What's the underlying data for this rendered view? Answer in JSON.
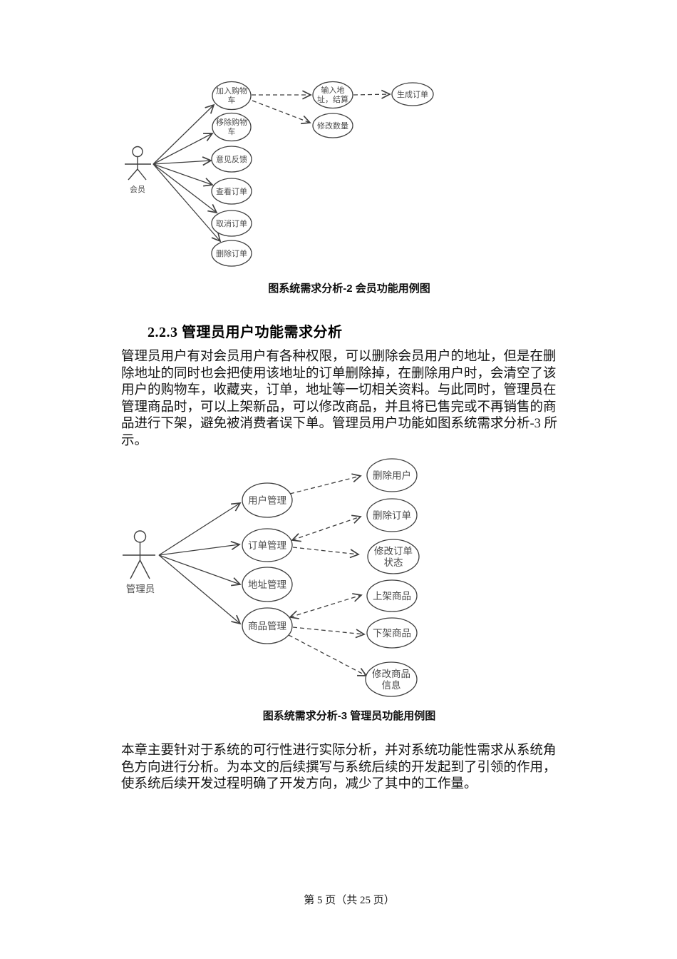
{
  "document": {
    "heading": "2.2.3 管理员用户功能需求分析",
    "paragraph1_lines": [
      "管理员用户有对会员用户有各种权限，可以删除会员用户的地址，但是在删",
      "除地址的同时也会把使用该地址的订单删除掉，在删除用户时，会清空了该",
      "用户的购物车，收藏夹，订单，地址等一切相关资料。与此同时，管理员在",
      "管理商品时，可以上架新品，可以修改商品，并且将已售完或不再销售的商",
      "品进行下架，避免被消费者误下单。管理员用户功能如图系统需求分析-3 所",
      "示。"
    ],
    "paragraph2_lines": [
      "本章主要针对于系统的可行性进行实际分析，并对系统功能性需求从系统角",
      "色方向进行分析。为本文的后续撰写与系统后续的开发起到了引领的作用，",
      "使系统后续开发过程明确了开发方向，减少了其中的工作量。"
    ],
    "footer": "第 5 页（共 25 页）"
  },
  "figure1": {
    "caption": "图系统需求分析-2 会员功能用例图",
    "actor": "会员",
    "usecases": {
      "add_cart_l1": "加入购物",
      "add_cart_l2": "车",
      "remove_cart_l1": "移除购物",
      "remove_cart_l2": "车",
      "feedback": "意见反馈",
      "view_order": "查看订单",
      "cancel_order": "取消订单",
      "delete_order": "删除订单",
      "enter_address_l1": "输入地",
      "enter_address_l2": "址，结算",
      "modify_quantity": "修改数量",
      "generate_order": "生成订单"
    }
  },
  "figure2": {
    "caption": "图系统需求分析-3 管理员功能用例图",
    "actor": "管理员",
    "usecases": {
      "user_mgmt": "用户管理",
      "order_mgmt": "订单管理",
      "address_mgmt": "地址管理",
      "product_mgmt": "商品管理",
      "delete_user": "删除用户",
      "delete_order": "删除订单",
      "modify_order_status_l1": "修改订单",
      "modify_order_status_l2": "状态",
      "list_product": "上架商品",
      "delist_product": "下架商品",
      "modify_product_info_l1": "修改商品",
      "modify_product_info_l2": "信息"
    }
  },
  "colors": {
    "diagram_stroke": "#3f3f3f",
    "diagram_label": "#4a4a4a",
    "body_text": "#141414"
  }
}
